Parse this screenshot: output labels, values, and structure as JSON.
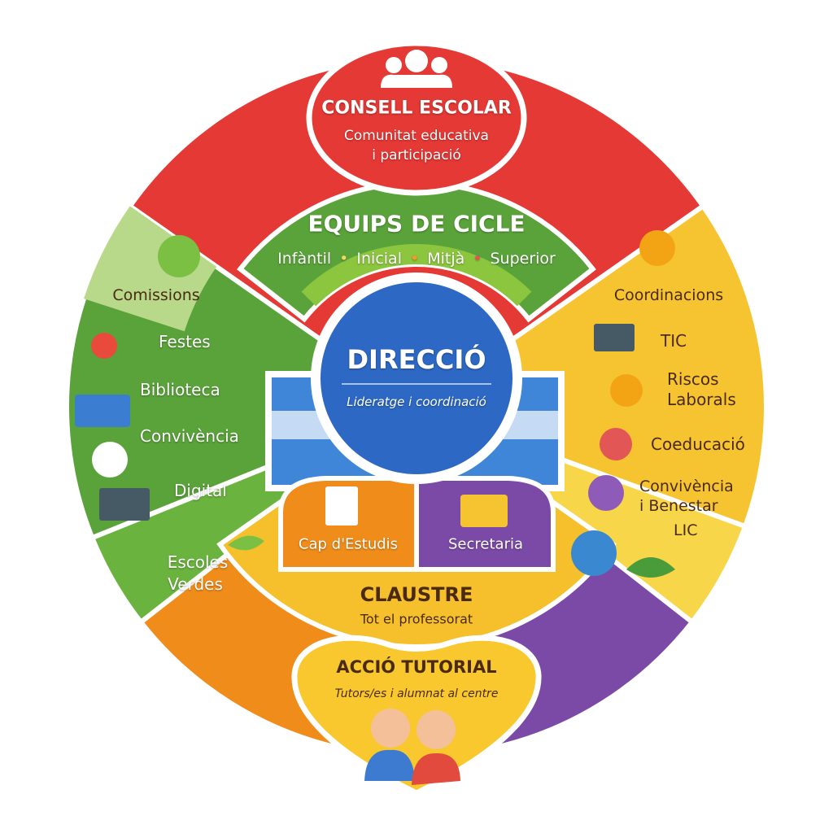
{
  "consell": {
    "title": "CONSELL ESCOLAR",
    "line1": "Comunitat educativa",
    "line2": "i participació"
  },
  "equips": {
    "title": "EQUIPS DE CICLE",
    "cycles": [
      "Infàntil",
      "Inicial",
      "Mitjà",
      "Superior"
    ]
  },
  "direccio": {
    "title": "DIRECCIÓ",
    "subtitle": "Lideratge i coordinació"
  },
  "comissions": {
    "title": "Comissions",
    "items": [
      "Festes",
      "Biblioteca",
      "Convivència",
      "Digital"
    ]
  },
  "escoles_verdes": {
    "line1": "Escoles",
    "line2": "Verdes"
  },
  "coordinacions": {
    "title": "Coordinacions",
    "items": [
      "TIC",
      "Riscos",
      "Laborals",
      "Coeducació",
      "Convivència",
      "i Benestar",
      "LIC"
    ]
  },
  "cap_estudis": "Cap d'Estudis",
  "secretaria": "Secretaria",
  "claustre": {
    "title": "CLAUSTRE",
    "subtitle": "Tot el professorat"
  },
  "tutorial": {
    "title": "ACCIÓ TUTORIAL",
    "subtitle": "Tutors/es i alumnat al centre"
  },
  "colors": {
    "red": "#e53935",
    "green": "#5aa33a",
    "yellow": "#f6c431",
    "orange": "#f08c1a",
    "purple": "#7b4aa6",
    "blue": "#2d68c4"
  }
}
